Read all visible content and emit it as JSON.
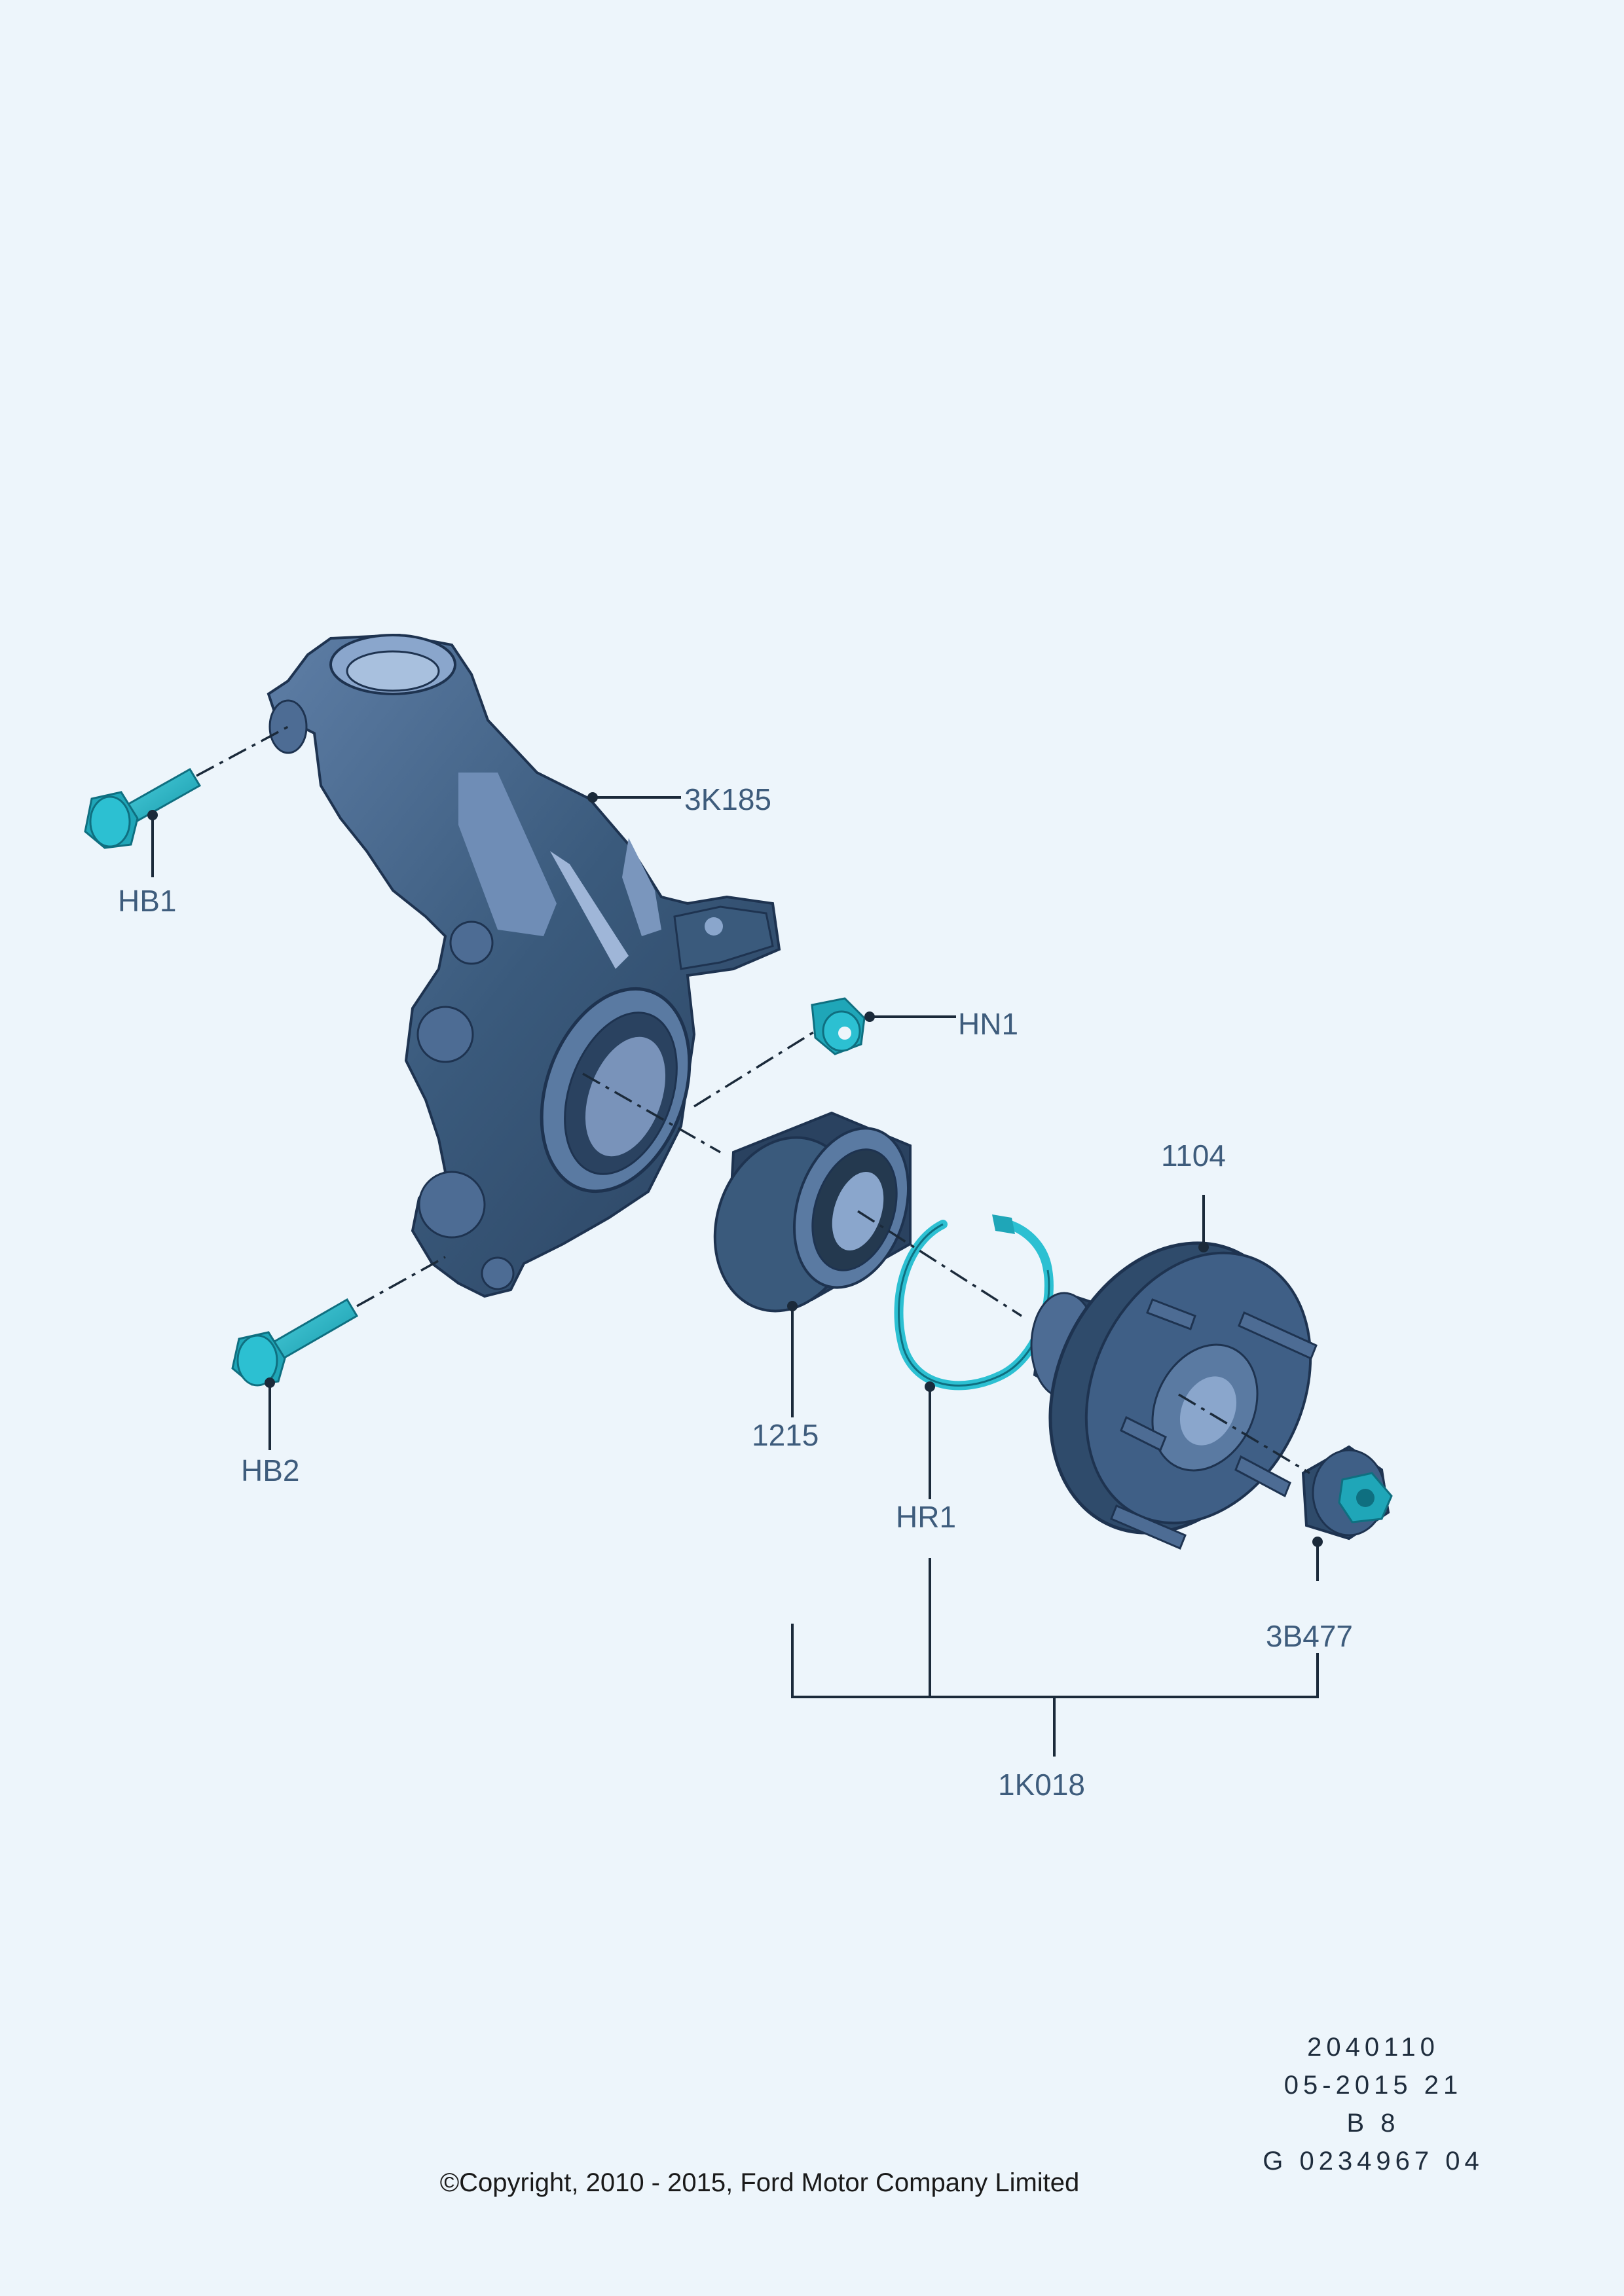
{
  "parts": {
    "knuckle": {
      "label": "3K185"
    },
    "bolt_upper": {
      "label": "HB1"
    },
    "bolt_lower": {
      "label": "HB2"
    },
    "nut": {
      "label": "HN1"
    },
    "bearing": {
      "label": "1215"
    },
    "retaining_ring": {
      "label": "HR1"
    },
    "hub": {
      "label": "1104"
    },
    "hub_nut": {
      "label": "3B477"
    },
    "kit": {
      "label": "1K018"
    }
  },
  "meta": {
    "line1": "2040110",
    "line2": "05-2015 21",
    "line3": "B 8",
    "line4": "G 0234967 04"
  },
  "copyright": "©Copyright, 2010 - 2015, Ford Motor Company Limited",
  "colors": {
    "background": "#edf5fb",
    "part_body": "#3a5a7c",
    "part_dark": "#2a4260",
    "part_highlight": "#8aa6cc",
    "fastener": "#22b5c8",
    "label_text": "#3e5c7c",
    "leader_line": "#1b2a3a"
  }
}
